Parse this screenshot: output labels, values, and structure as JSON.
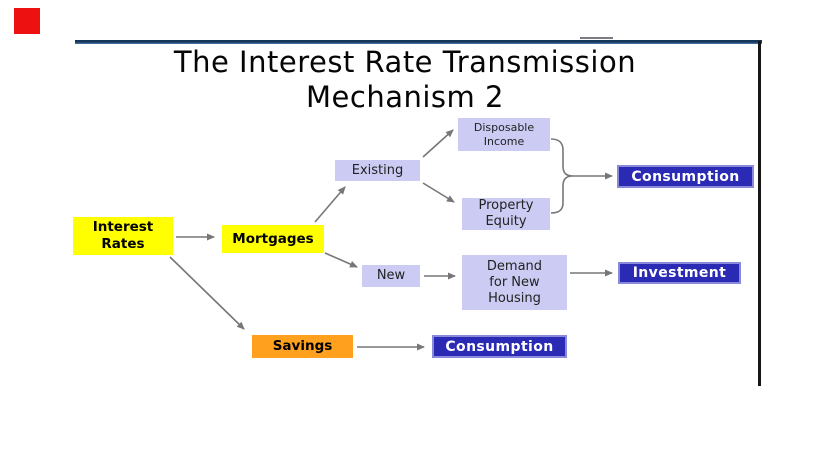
{
  "title": {
    "line1": "The Interest Rate Transmission",
    "line2": "Mechanism 2"
  },
  "nodes": {
    "interest_rates": {
      "label": "Interest\nRates",
      "color": "#ffff00"
    },
    "mortgages": {
      "label": "Mortgages",
      "color": "#ffff00"
    },
    "savings": {
      "label": "Savings",
      "color": "#ffa01e"
    },
    "existing": {
      "label": "Existing",
      "color": "#cbcbf3"
    },
    "new": {
      "label": "New",
      "color": "#cbcbf3"
    },
    "disposable_income": {
      "label": "Disposable\nIncome",
      "color": "#cbcbf3"
    },
    "property_equity": {
      "label": "Property\nEquity",
      "color": "#cbcbf3"
    },
    "demand_new_housing": {
      "label": "Demand\nfor New\nHousing",
      "color": "#cbcbf3"
    },
    "consumption_mortgage": {
      "label": "Consumption",
      "color": "#2a2ab5"
    },
    "investment": {
      "label": "Investment",
      "color": "#2a2ab5"
    },
    "consumption_savings": {
      "label": "Consumption",
      "color": "#2a2ab5"
    }
  },
  "edges": [
    {
      "from": "Interest Rates",
      "to": "Mortgages"
    },
    {
      "from": "Interest Rates",
      "to": "Savings"
    },
    {
      "from": "Mortgages",
      "to": "Existing"
    },
    {
      "from": "Mortgages",
      "to": "New"
    },
    {
      "from": "Existing",
      "to": "Disposable Income"
    },
    {
      "from": "Existing",
      "to": "Property Equity"
    },
    {
      "from": "Disposable Income & Property Equity",
      "to": "Consumption"
    },
    {
      "from": "New",
      "to": "Demand for New Housing"
    },
    {
      "from": "Demand for New Housing",
      "to": "Investment"
    },
    {
      "from": "Savings",
      "to": "Consumption"
    }
  ],
  "colors": {
    "slide_background": "#ffffff",
    "yellow_node": "#ffff00",
    "orange_node": "#ffa01e",
    "lavender_node": "#cbcbf3",
    "navy_node": "#2a2ab5",
    "navy_node_text": "#ffffff",
    "arrow": "#777777",
    "top_rule_blue": "#2d5c8f",
    "right_rule": "#161616",
    "red_marker": "#ee1111",
    "title_text": "#050505"
  }
}
